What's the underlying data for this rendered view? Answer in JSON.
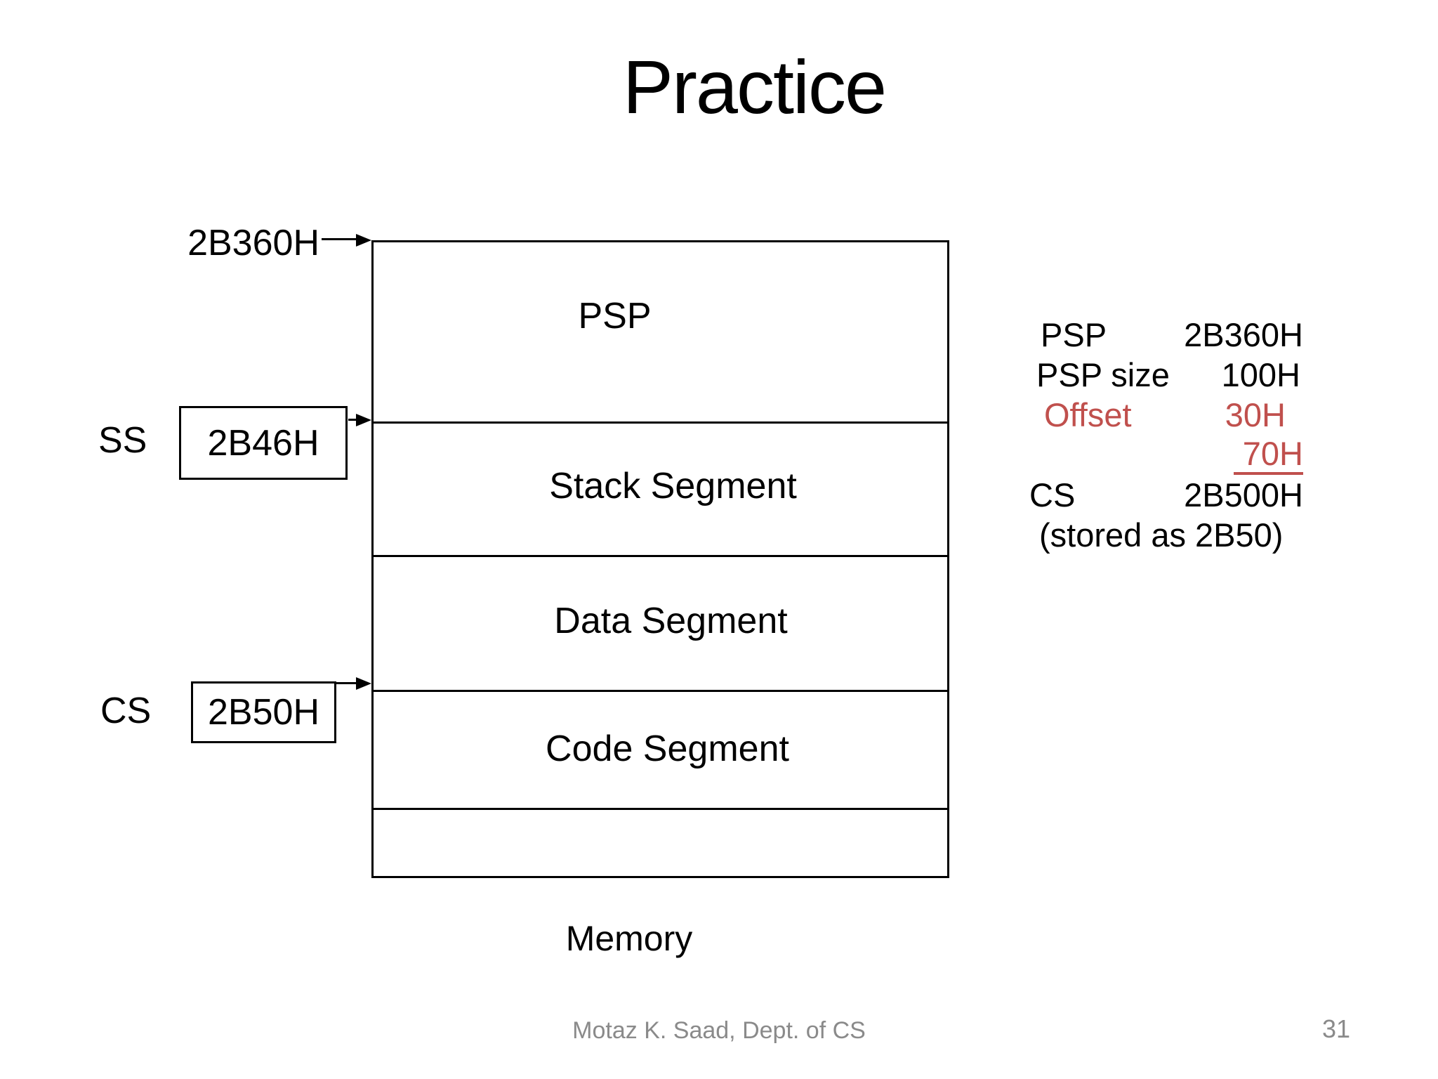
{
  "slide": {
    "title": "Practice",
    "footer": {
      "author": "Motaz K. Saad, Dept. of CS",
      "page_number": "31"
    }
  },
  "colors": {
    "text": "#000000",
    "accent_red": "#C0504D",
    "footer_gray": "#8A8A8A"
  },
  "diagram": {
    "memory_caption": "Memory",
    "top_address_label": "2B360H",
    "segments": [
      {
        "label": "PSP"
      },
      {
        "label": "Stack Segment"
      },
      {
        "label": "Data Segment"
      },
      {
        "label": "Code Segment"
      },
      {
        "label": ""
      }
    ],
    "registers": [
      {
        "name": "SS",
        "value": "2B46H"
      },
      {
        "name": "CS",
        "value": "2B50H"
      }
    ]
  },
  "calculation": {
    "rows": [
      {
        "label": "PSP",
        "value": "2B360H",
        "color": "black"
      },
      {
        "label": "PSP size",
        "value": "100H",
        "color": "black"
      },
      {
        "label": "Offset",
        "value": "30H",
        "color": "red"
      },
      {
        "label": "",
        "value": " 70H",
        "color": "red",
        "underline": true
      },
      {
        "label": "CS",
        "value": "2B500H",
        "color": "black"
      },
      {
        "label": "(stored as 2B50)",
        "value": "",
        "color": "black"
      }
    ]
  }
}
